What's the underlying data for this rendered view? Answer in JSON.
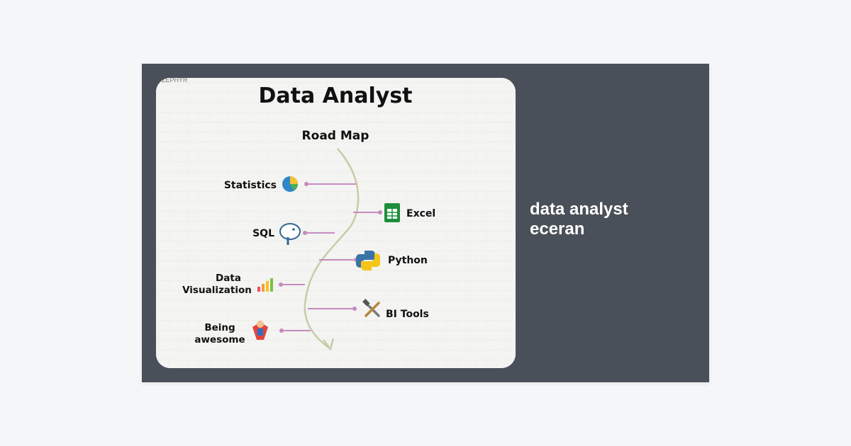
{
  "thumbnail": {
    "watermark": "ZEPHYR",
    "title": "Data Analyst",
    "subtitle": "Road Map",
    "left_items": [
      {
        "label": "Statistics",
        "icon": "pie-chart-icon"
      },
      {
        "label": "SQL",
        "icon": "elephant-icon"
      },
      {
        "label_line1": "Data",
        "label_line2": "Visualization",
        "icon": "bar-chart-icon"
      },
      {
        "label_line1": "Being",
        "label_line2": "awesome",
        "icon": "superhero-icon"
      }
    ],
    "right_items": [
      {
        "label": "Excel",
        "icon": "spreadsheet-icon"
      },
      {
        "label": "Python",
        "icon": "python-icon"
      },
      {
        "label": "BI Tools",
        "icon": "tools-icon"
      }
    ],
    "colors": {
      "connector": "#c58bc0",
      "path": "#c9cba8"
    }
  },
  "caption": {
    "line1": "data analyst",
    "line2": "eceran"
  }
}
